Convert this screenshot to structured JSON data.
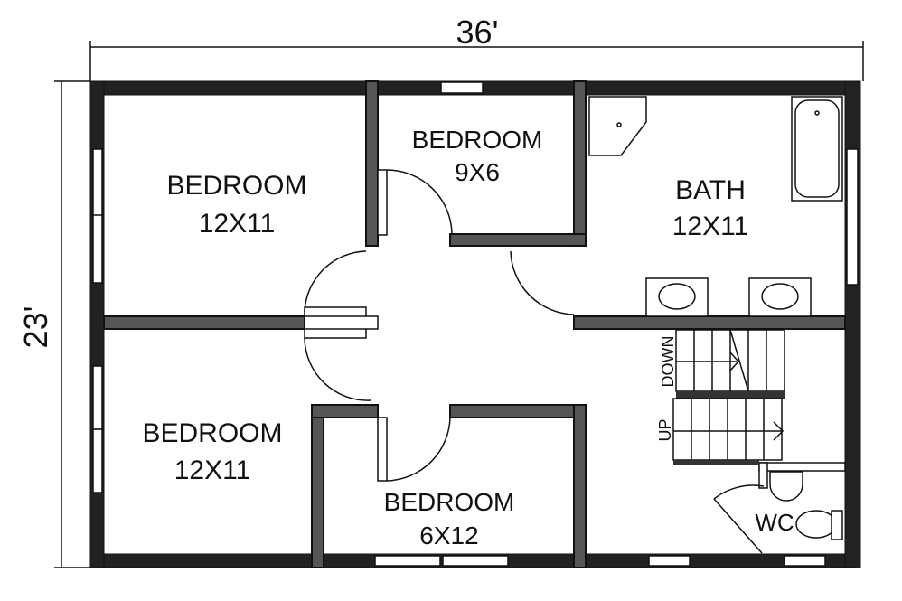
{
  "dimensions": {
    "width": "36'",
    "height": "23'"
  },
  "rooms": [
    {
      "name": "BEDROOM",
      "size": "12X11"
    },
    {
      "name": "BEDROOM",
      "size": "9X6"
    },
    {
      "name": "BATH",
      "size": "12X11"
    },
    {
      "name": "BEDROOM",
      "size": "12X11"
    },
    {
      "name": "BEDROOM",
      "size": "6X12"
    },
    {
      "name": "WC",
      "size": ""
    }
  ],
  "stairs": {
    "down_label": "DOWN",
    "up_label": "UP"
  }
}
